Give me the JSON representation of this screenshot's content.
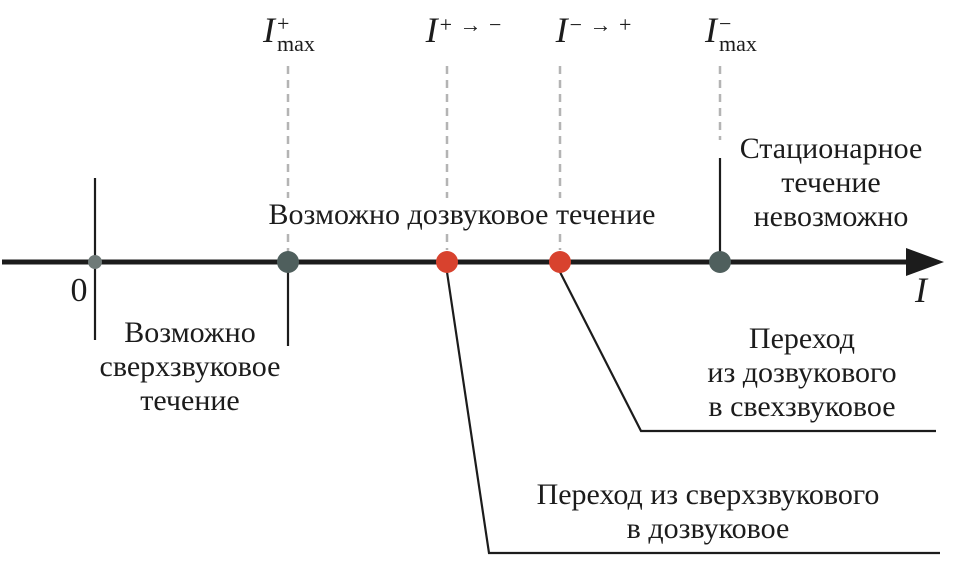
{
  "colors": {
    "axis": "#1c1c1c",
    "dashed_guide": "#b4b4b4",
    "dark_dot": "#4f5f5d",
    "red_dot": "#d8422e",
    "small_dot": "#6f7a78"
  },
  "axis": {
    "zero_label": "0",
    "axis_label": "I"
  },
  "markers": {
    "imax_plus": {
      "base": "I",
      "sup": "+",
      "sub": "max"
    },
    "plus_to_minus": {
      "base": "I",
      "sup": "+ → −"
    },
    "minus_to_plus": {
      "base": "I",
      "sup": "− → +"
    },
    "imax_minus": {
      "base": "I",
      "sup": "−",
      "sub": "max"
    }
  },
  "labels": {
    "subsonic_possible": "Возможно дозвуковое течение",
    "supersonic_possible": [
      "Возможно",
      "сверхзвуковое",
      "течение"
    ],
    "stationary_impossible": [
      "Стационарное",
      "течение",
      "невозможно"
    ],
    "transition_sub_to_super": [
      "Переход",
      "из дозвукового",
      "в свехзвуковое"
    ],
    "transition_super_to_sub": [
      "Переход из сверхзвукового",
      "в дозвуковое"
    ]
  }
}
